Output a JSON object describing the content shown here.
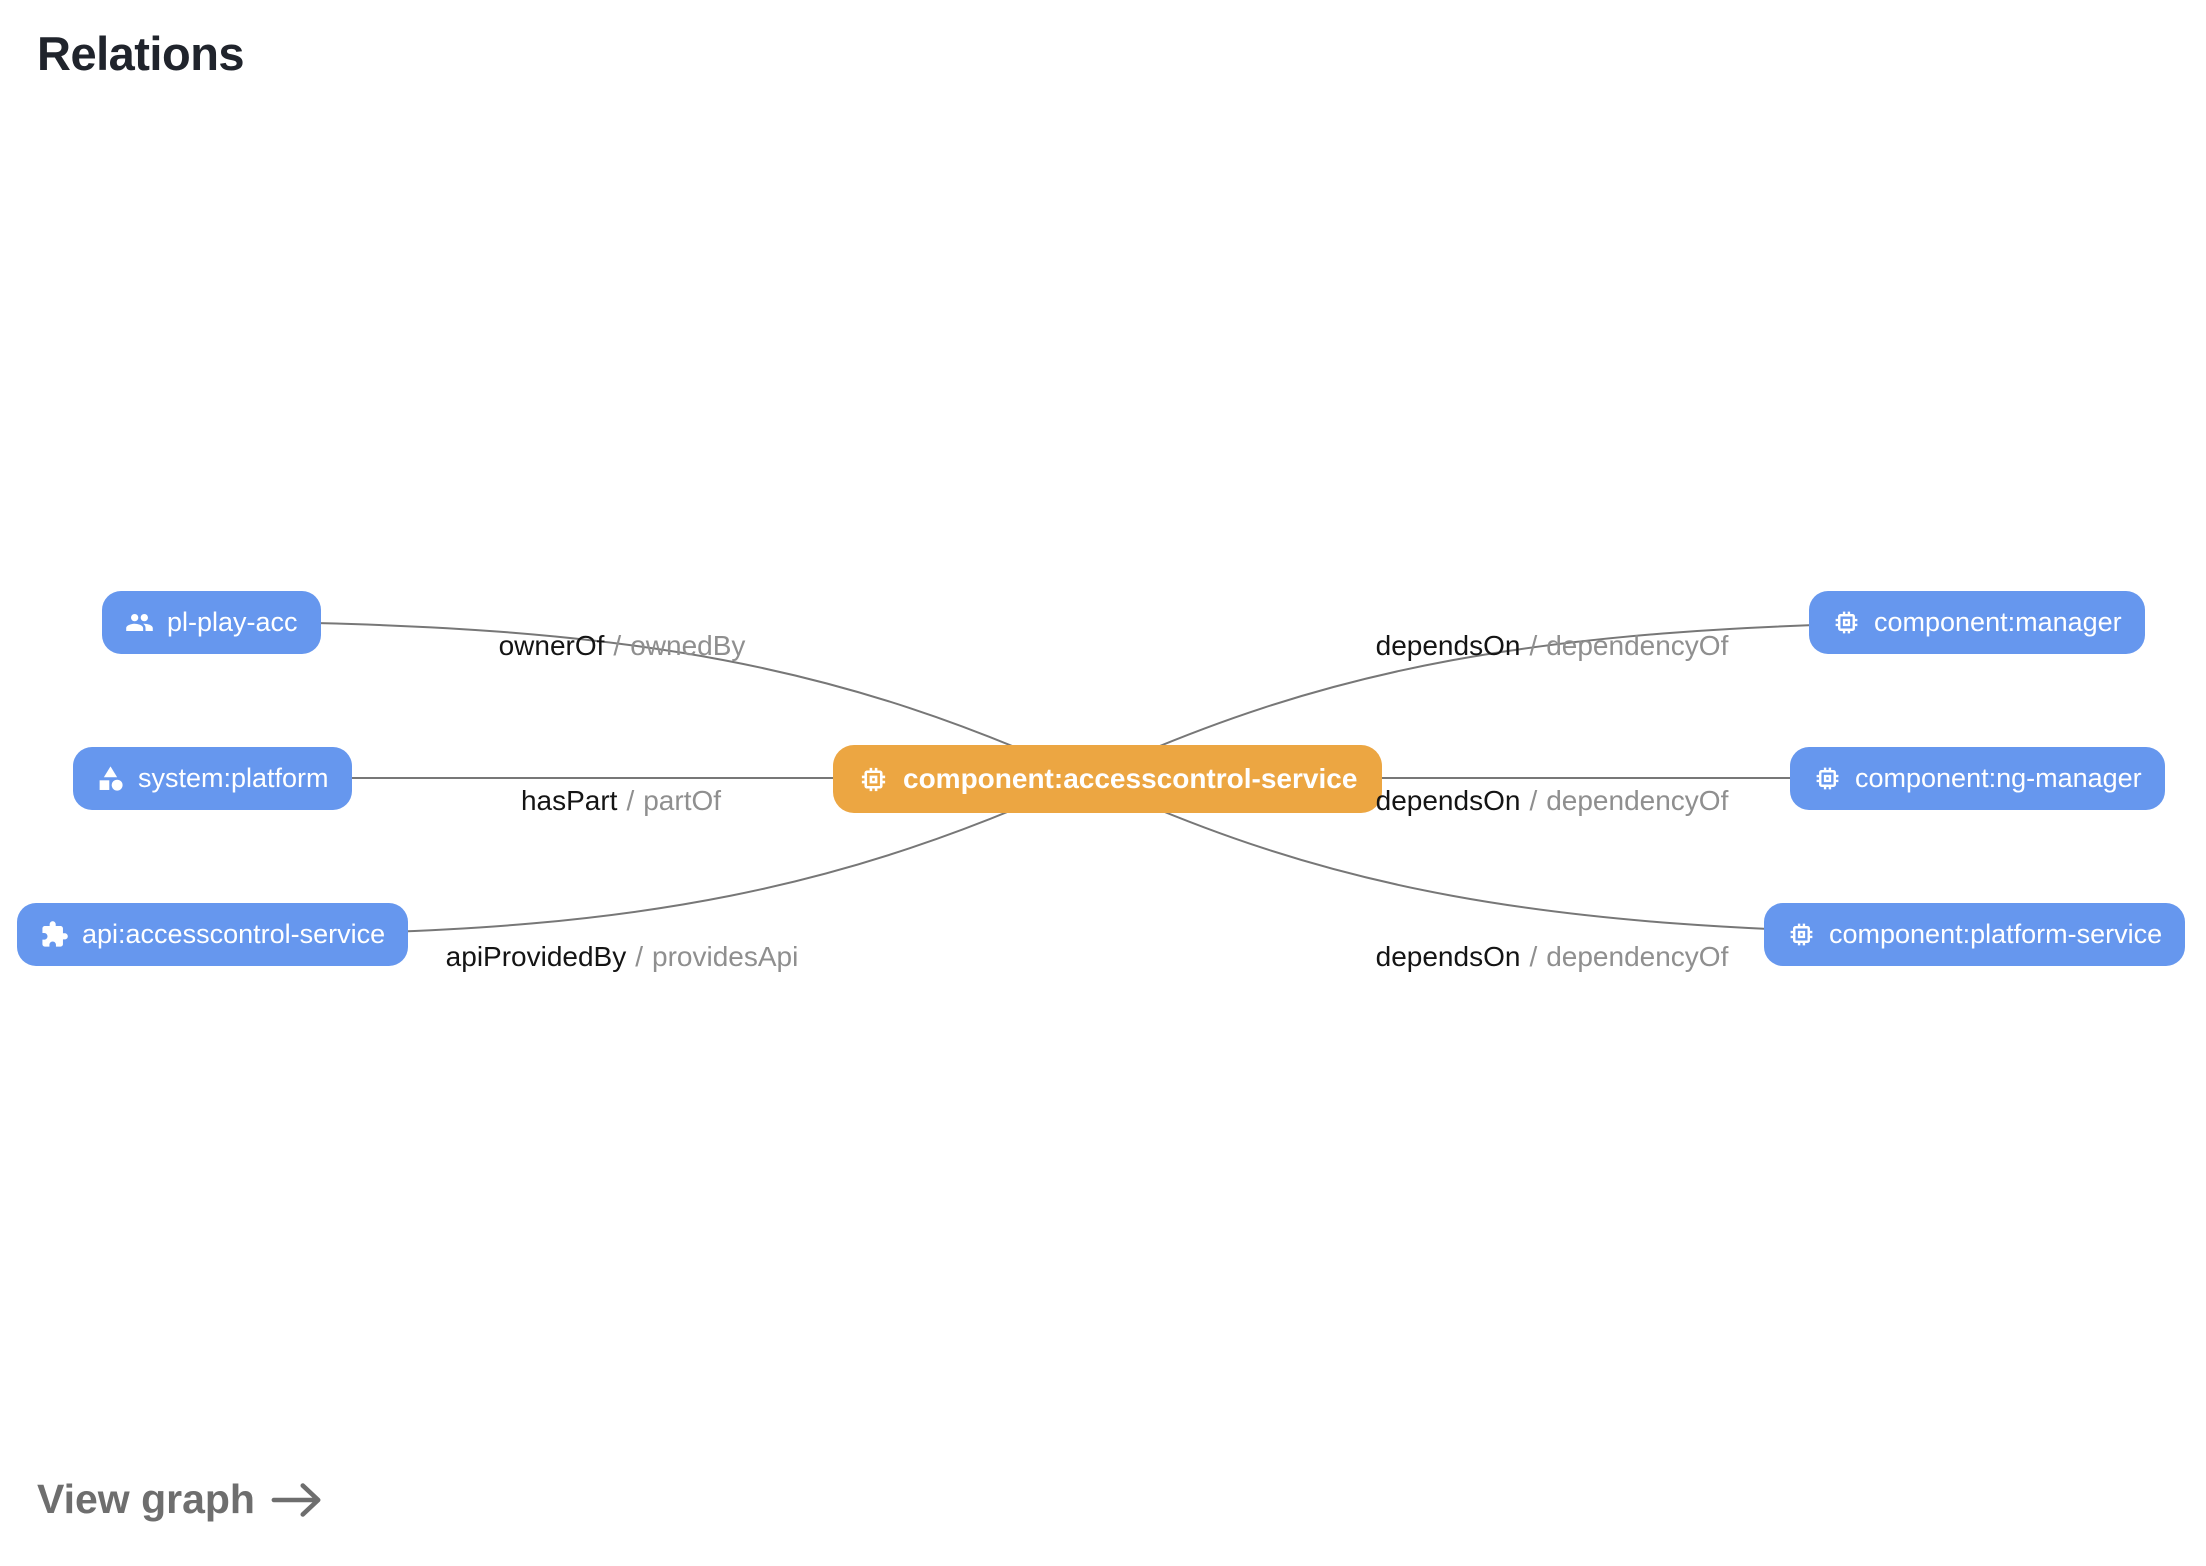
{
  "page": {
    "title": "Relations"
  },
  "footer": {
    "view_graph": "View graph"
  },
  "ui": {
    "separator": "/"
  },
  "colors": {
    "node_blue": "#6697ee",
    "node_orange": "#eca642",
    "edge_line": "#777777",
    "label_primary": "#141414",
    "label_secondary": "#8f8f8f",
    "title_text": "#20242c",
    "footer_text": "#6e6e6e"
  },
  "graph": {
    "center": {
      "label": "component:accesscontrol-service",
      "icon": "memory-chip-icon"
    },
    "left_nodes": [
      {
        "label": "pl-play-acc",
        "icon": "group-icon",
        "relation": {
          "forward": "ownerOf",
          "reverse": "ownedBy"
        }
      },
      {
        "label": "system:platform",
        "icon": "category-icon",
        "relation": {
          "forward": "hasPart",
          "reverse": "partOf"
        }
      },
      {
        "label": "api:accesscontrol-service",
        "icon": "extension-icon",
        "relation": {
          "forward": "apiProvidedBy",
          "reverse": "providesApi"
        }
      }
    ],
    "right_nodes": [
      {
        "label": "component:manager",
        "icon": "memory-chip-icon",
        "relation": {
          "forward": "dependsOn",
          "reverse": "dependencyOf"
        }
      },
      {
        "label": "component:ng-manager",
        "icon": "memory-chip-icon",
        "relation": {
          "forward": "dependsOn",
          "reverse": "dependencyOf"
        }
      },
      {
        "label": "component:platform-service",
        "icon": "memory-chip-icon",
        "relation": {
          "forward": "dependsOn",
          "reverse": "dependencyOf"
        }
      }
    ]
  }
}
